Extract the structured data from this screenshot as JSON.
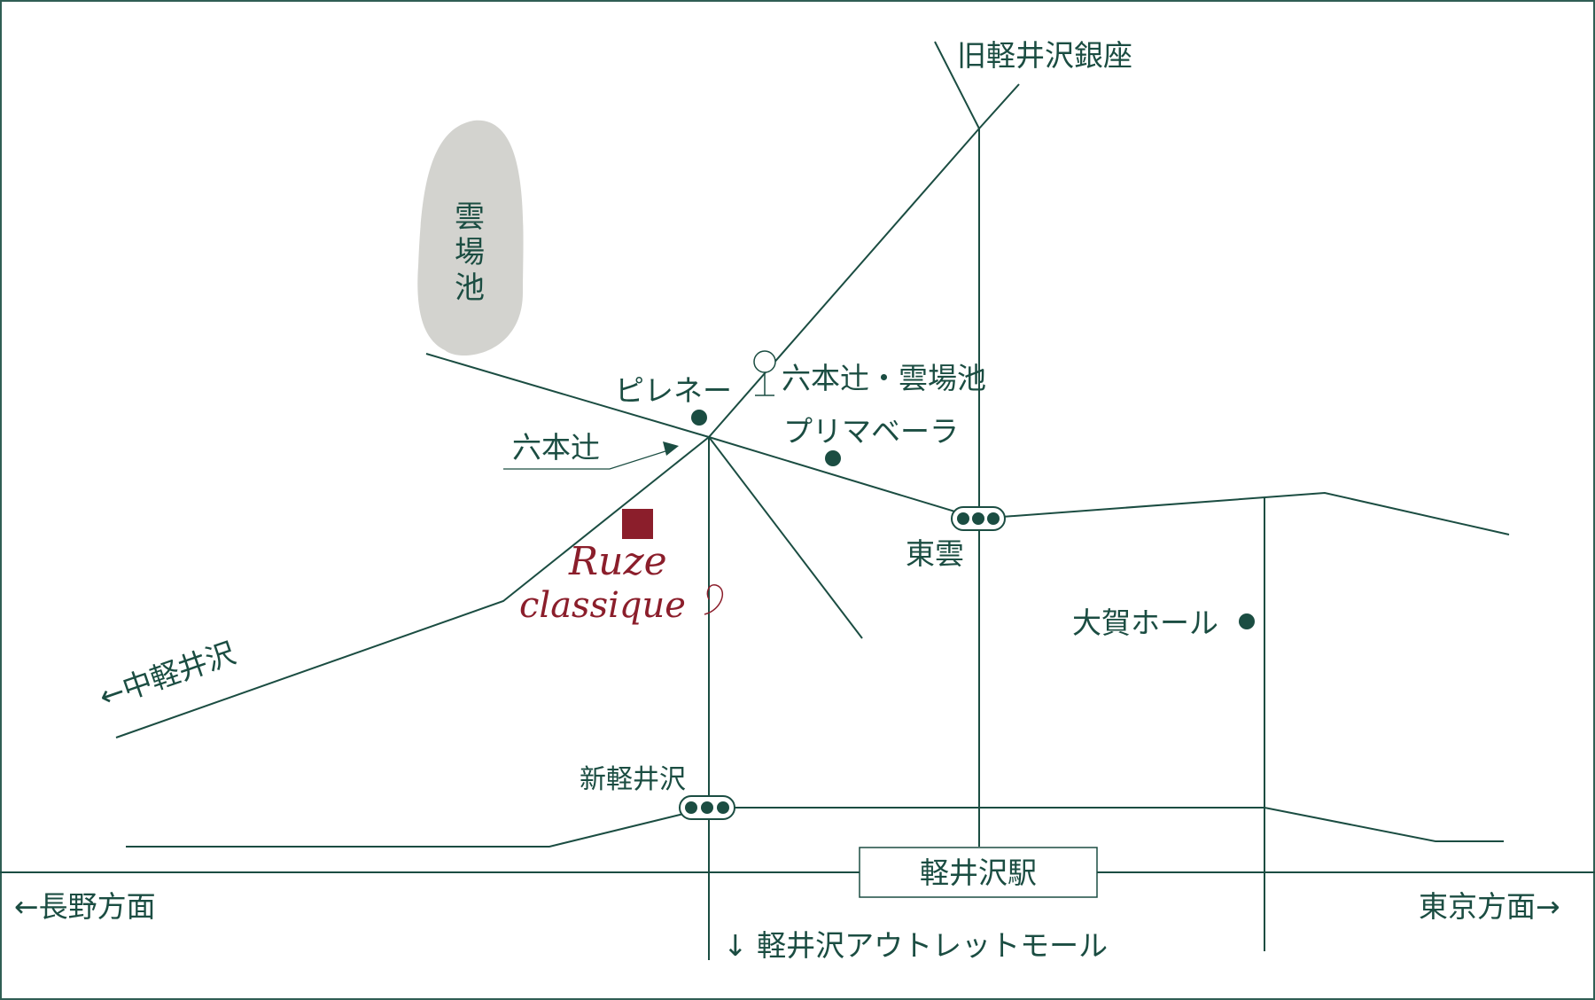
{
  "colors": {
    "road": "#1b4d42",
    "pond": "#d3d3cf",
    "marker": "#8b1e2b",
    "frame": "#2f5e54"
  },
  "map": {
    "destinations": {
      "kyu_karuizawa_ginza": "旧軽井沢銀座",
      "naka_karuizawa": "←中軽井沢",
      "nagano": "←長野方面",
      "tokyo": "東京方面→",
      "outlet": "↓ 軽井沢アウトレットモール"
    },
    "pond": {
      "label_lines": [
        "雲",
        "場",
        "池"
      ]
    },
    "intersections": {
      "roppongi_tsuji": "六本辻",
      "higashi_kumo": "東雲",
      "shin_karuizawa": "新軽井沢"
    },
    "bus_stop": "六本辻・雲場池",
    "landmarks": {
      "pyrenees": "ピレネー",
      "primavera": "プリマベーラ",
      "taga_hall": "大賀ホール"
    },
    "station": "軽井沢駅",
    "venue_logo": {
      "line1": "Ruze",
      "line2": "classique"
    },
    "icons": {
      "traffic_light": "traffic-light-icon",
      "bus_stop": "bus-stop-icon",
      "landmark": "landmark-dot-icon",
      "venue": "venue-marker-icon"
    }
  }
}
